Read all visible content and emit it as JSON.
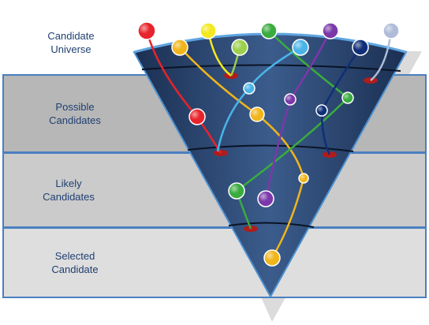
{
  "stages": [
    {
      "id": "universe",
      "label": "Candidate\nUniverse"
    },
    {
      "id": "possible",
      "label": "Possible\nCandidates"
    },
    {
      "id": "likely",
      "label": "Likely\nCandidates"
    },
    {
      "id": "selected",
      "label": "Selected\nCandidate"
    }
  ],
  "colors": {
    "band_possible": "#b7b7b7",
    "band_likely": "#cbcbcb",
    "band_selected": "#dedede",
    "band_border": "#4a7fc0",
    "label_text": "#1f3f72",
    "funnel_dark": "#1b2f52",
    "funnel_light": "#3b5c8c",
    "rim": "#4a90d0",
    "filter_slot": "#b01c1c"
  },
  "candidates": [
    {
      "name": "red",
      "color": "#e8232b",
      "outcome": "filtered at possible"
    },
    {
      "name": "orange",
      "color": "#f1b51c",
      "outcome": "selected"
    },
    {
      "name": "yellow",
      "color": "#f4e81e",
      "outcome": "filtered at entry"
    },
    {
      "name": "light-green",
      "color": "#9ccf4c",
      "outcome": "filtered at entry"
    },
    {
      "name": "green",
      "color": "#3aac3e",
      "outcome": "filtered at likely"
    },
    {
      "name": "sky-blue",
      "color": "#4ab4e8",
      "outcome": "filtered at possible"
    },
    {
      "name": "purple",
      "color": "#7b38a8",
      "outcome": "filtered at likely"
    },
    {
      "name": "navy",
      "color": "#0f2f78",
      "outcome": "filtered at possible"
    },
    {
      "name": "pale-blue",
      "color": "#aebcd8",
      "outcome": "filtered at entry"
    }
  ]
}
